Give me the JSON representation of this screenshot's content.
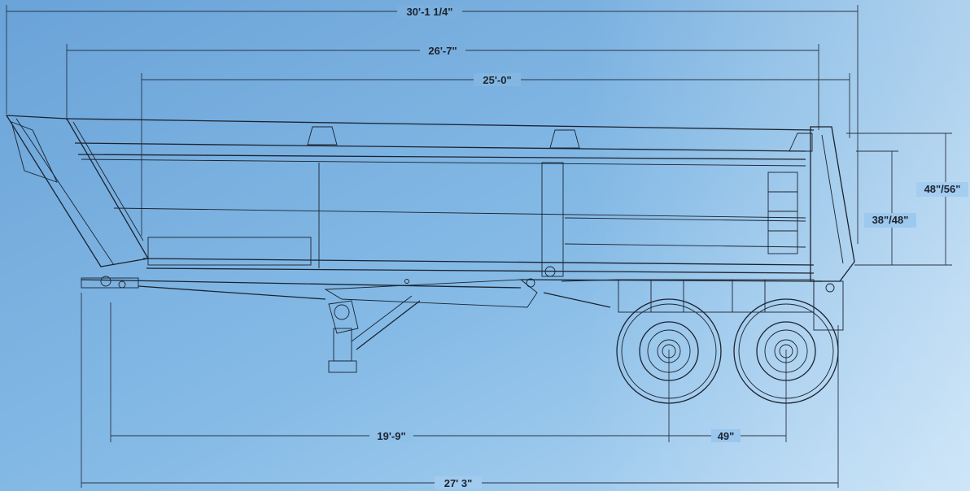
{
  "dimensions": {
    "overall_length": "30'-1 1/4\"",
    "body_length_top": "26'-7\"",
    "body_length_inside": "25'-0\"",
    "side_height_outer": "48\"/56\"",
    "side_height_inner": "38\"/48\"",
    "kingpin_to_axle": "19'-9\"",
    "axle_spread": "49\"",
    "overall_base": "27' 3\""
  },
  "colors": {
    "background_top": "#6fa7d9",
    "background_bottom": "#9cc8ee",
    "linework": "#1b2330"
  }
}
